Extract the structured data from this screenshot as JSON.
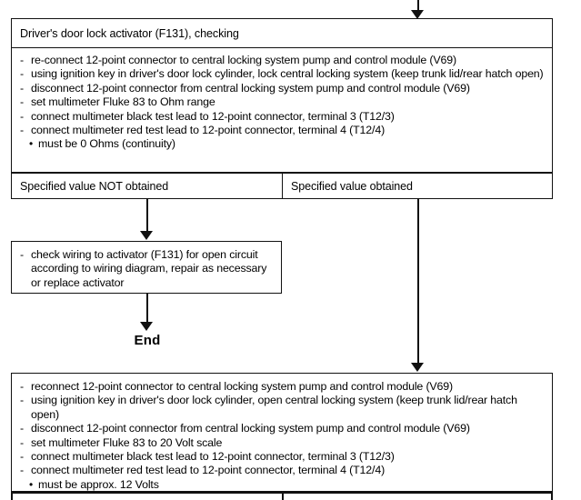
{
  "document": {
    "kind": "troubleshooting-flowchart",
    "colors": {
      "background": "#ffffff",
      "ink": "#111111"
    }
  },
  "top_connector": {
    "name": "incoming-arrow",
    "direction": "down"
  },
  "check_block": {
    "title": "Driver's door lock activator (F131), checking",
    "steps": [
      {
        "marker": "-",
        "text": "re-connect 12-point connector to central locking system pump and control module (V69)"
      },
      {
        "marker": "-",
        "text": "using ignition key in driver's door lock cylinder, lock central locking system (keep trunk lid/rear hatch open)"
      },
      {
        "marker": "-",
        "text": "disconnect 12-point connector from central locking system pump and control module (V69)"
      },
      {
        "marker": "-",
        "text": "set multimeter Fluke 83 to Ohm range"
      },
      {
        "marker": "-",
        "text": "connect multimeter black test lead to 12-point connector, terminal 3 (T12/3)"
      },
      {
        "marker": "-",
        "text": "connect multimeter red test lead to 12-point connector, terminal 4 (T12/4)"
      },
      {
        "marker": "•",
        "text": "must be 0 Ohms (continuity)"
      }
    ]
  },
  "outcome_row_1": {
    "left": "Specified value NOT obtained",
    "right": "Specified value obtained"
  },
  "repair_block": {
    "steps": [
      {
        "marker": "-",
        "text": "check wiring to activator (F131) for open circuit according to wiring diagram, repair as necessary or replace activator"
      }
    ]
  },
  "end_node": {
    "label": "End"
  },
  "voltage_block": {
    "steps": [
      {
        "marker": "-",
        "text": "reconnect 12-point connector to central locking system pump and control module (V69)"
      },
      {
        "marker": "-",
        "text": "using ignition key in driver's door lock cylinder, open central locking system (keep trunk lid/rear hatch open)"
      },
      {
        "marker": "-",
        "text": "disconnect 12-point connector from central locking system pump and control  module (V69)"
      },
      {
        "marker": "-",
        "text": "set multimeter Fluke 83 to 20 Volt scale"
      },
      {
        "marker": "-",
        "text": "connect multimeter black test lead to 12-point connector, terminal 3 (T12/3)"
      },
      {
        "marker": "-",
        "text": "connect multimeter red test lead to 12-point connector, terminal 4 (T12/4)"
      },
      {
        "marker": "•",
        "text": "must be approx. 12 Volts"
      }
    ]
  }
}
